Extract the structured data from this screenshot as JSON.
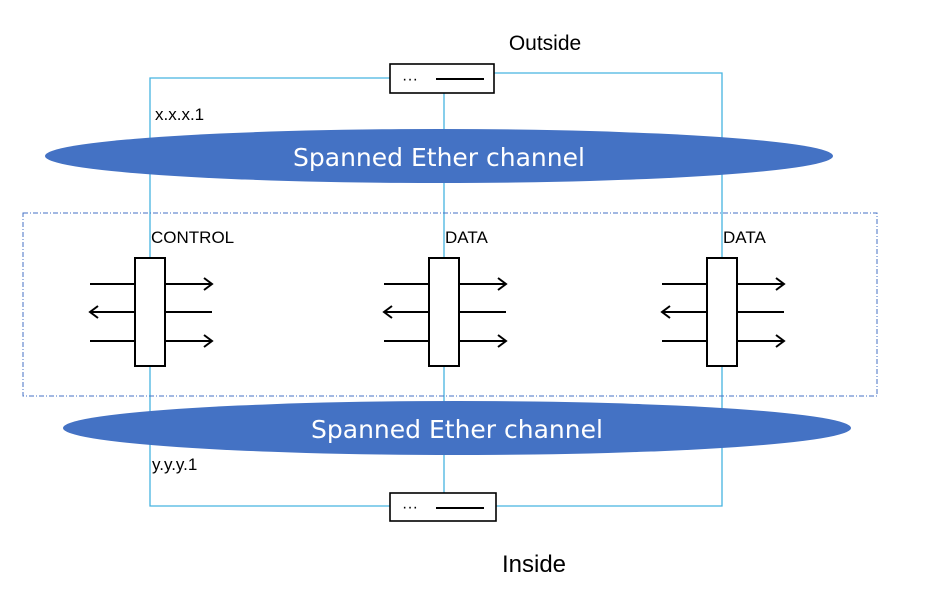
{
  "labels": {
    "outside": "Outside",
    "inside": "Inside",
    "outside_ip": "x.x.x.1",
    "inside_ip": "y.y.y.1",
    "top_channel": "Spanned Ether channel",
    "bottom_channel": "Spanned Ether channel",
    "unit_roles": [
      "CONTROL",
      "DATA",
      "DATA"
    ]
  },
  "switch_glyph": "···",
  "colors": {
    "link": "#46b3e0",
    "channel": "#4472c4",
    "cluster_border": "#4472c4",
    "device": "#000000"
  }
}
